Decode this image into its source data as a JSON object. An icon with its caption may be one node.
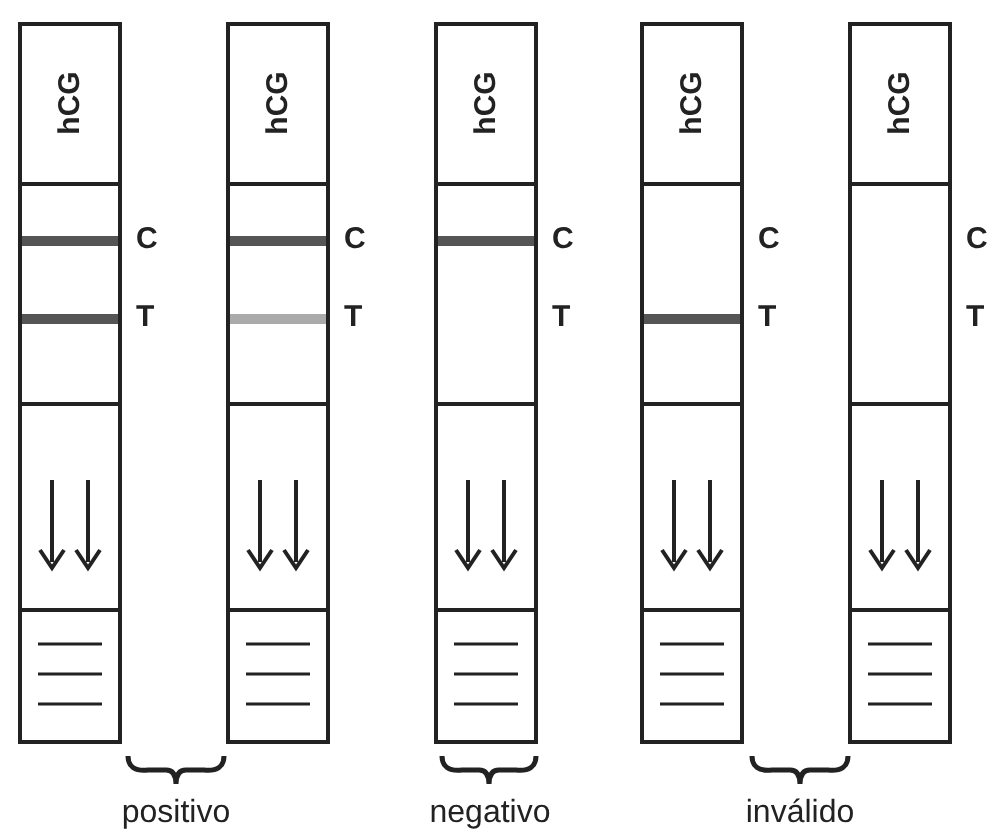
{
  "diagram": {
    "nodes": [
      {
        "text": [
          "hCG"
        ],
        "beside": [
          "C",
          "T"
        ]
      },
      {
        "text": [
          "hCG"
        ],
        "beside": [
          "C",
          "T"
        ]
      },
      {
        "text": [
          "hCG"
        ],
        "beside": [
          "C",
          "T"
        ]
      },
      {
        "text": [
          "hCG"
        ],
        "beside": [
          "C",
          "T"
        ]
      },
      {
        "text": [
          "hCG"
        ],
        "beside": [
          "C",
          "T"
        ]
      }
    ],
    "edges": [],
    "labels": [
      "positivo",
      "negativo",
      "inválido"
    ]
  }
}
